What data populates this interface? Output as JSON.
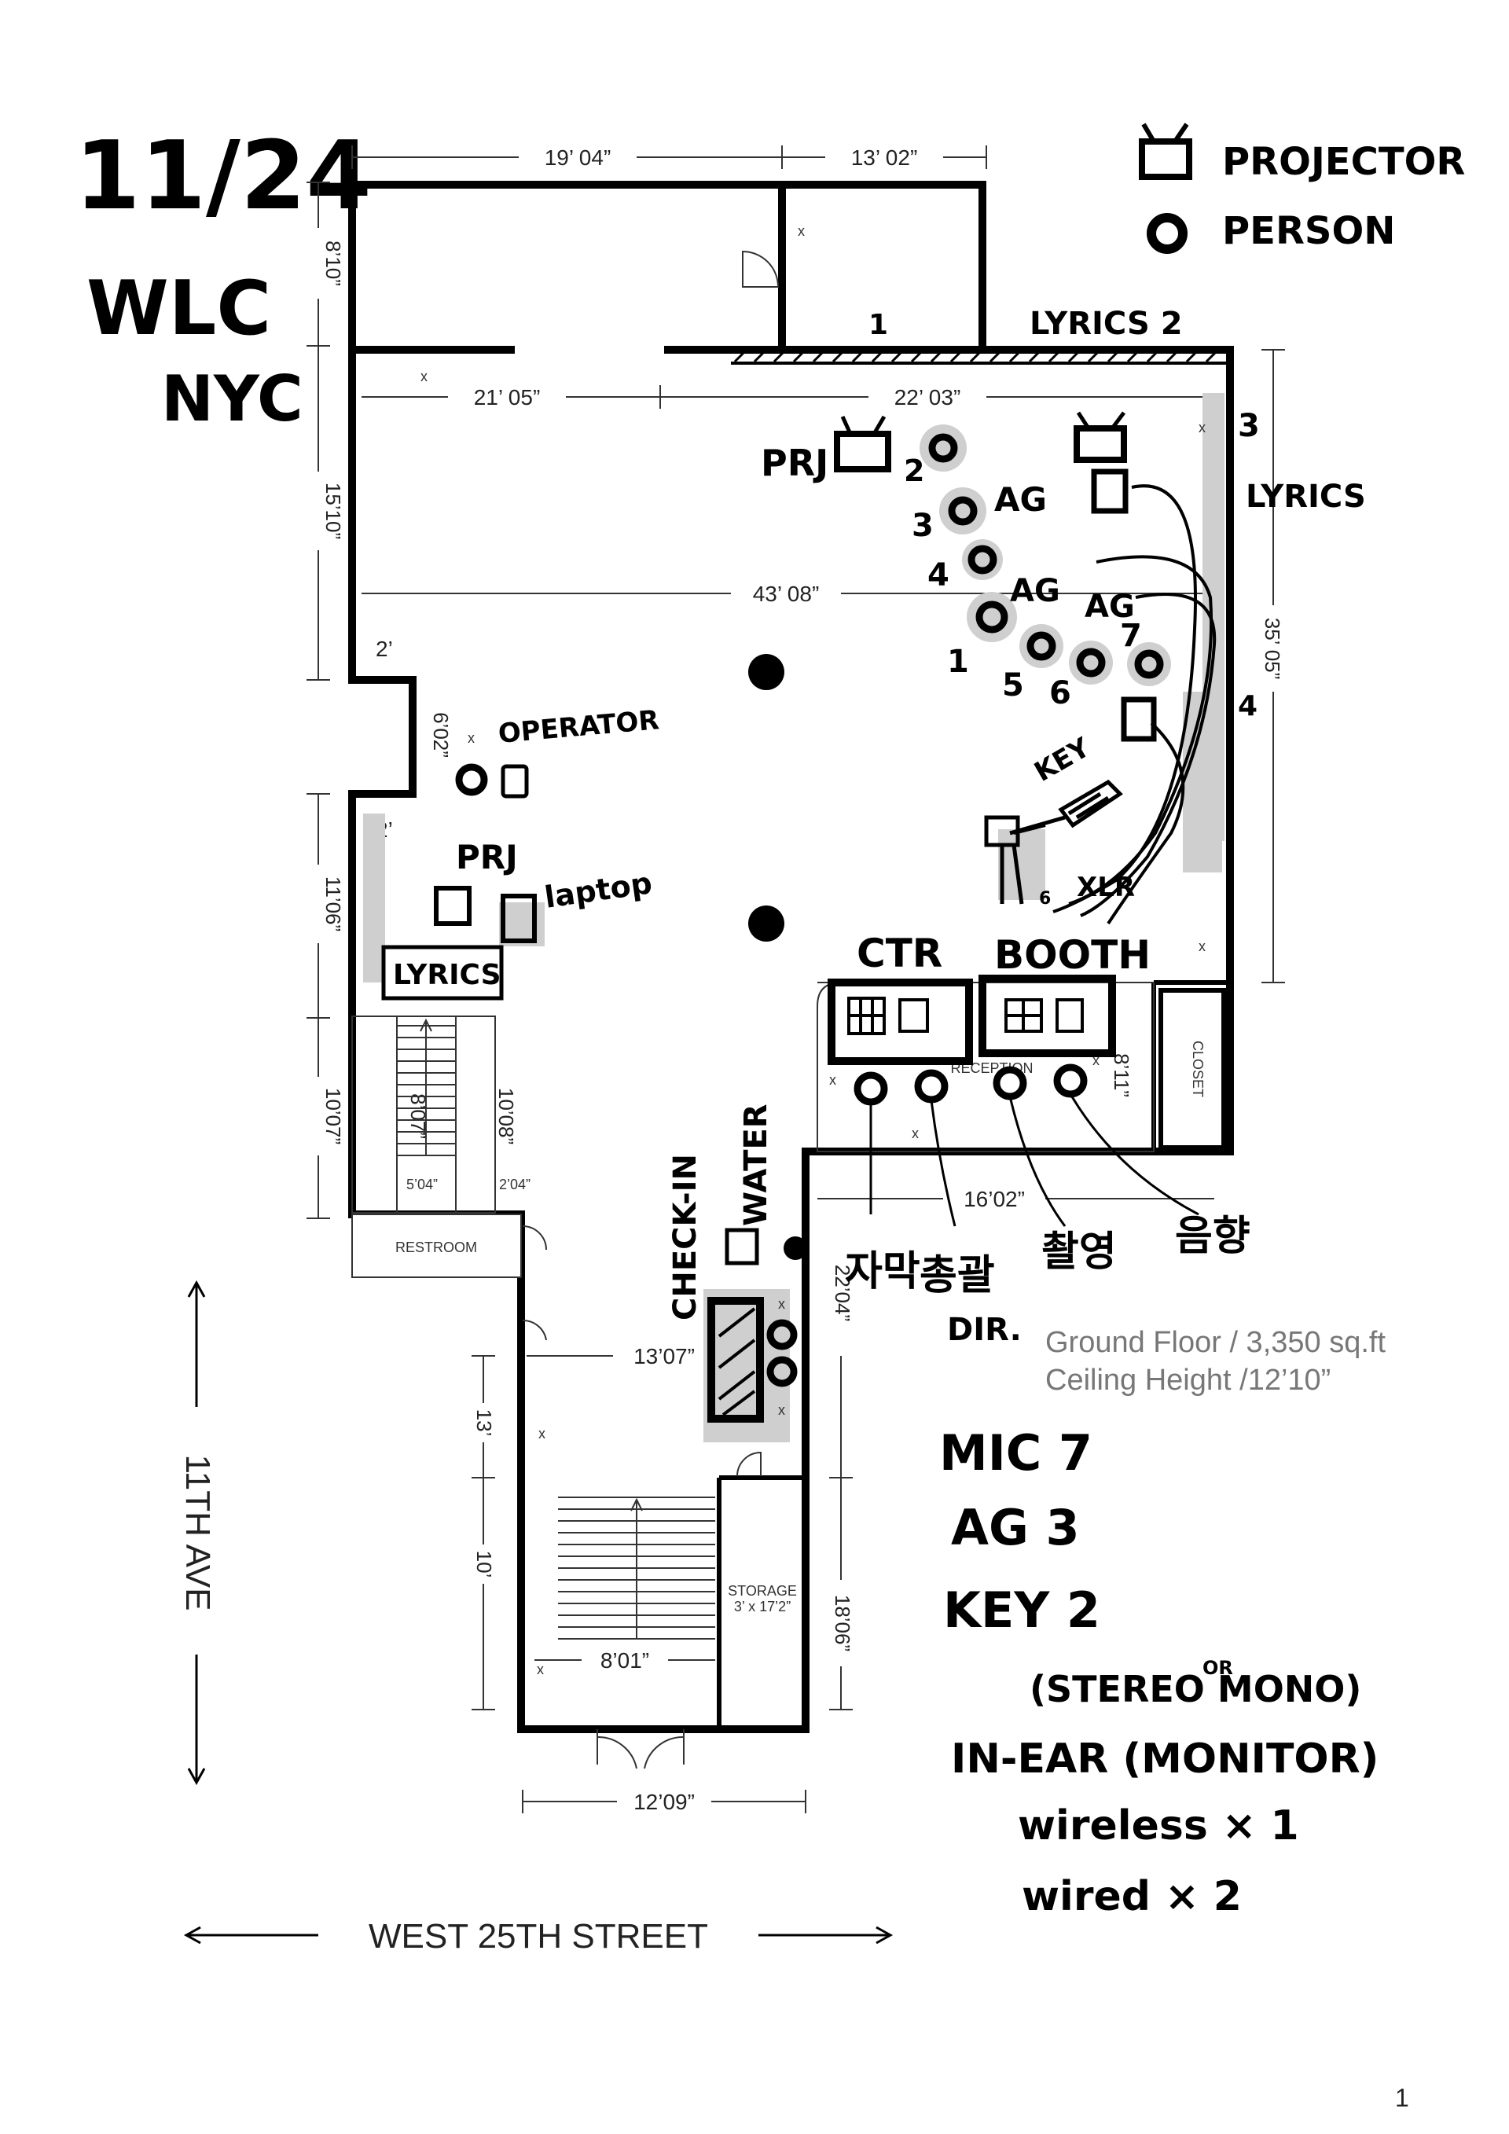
{
  "header": {
    "date": "11/24",
    "event": "WLC",
    "city": "NYC"
  },
  "legend": {
    "projector": "PROJECTOR",
    "person": "PERSON"
  },
  "dimensions": {
    "top_left": "19’ 04”",
    "top_right": "13’ 02”",
    "left_top": "8’10”",
    "left_mid": "15’10”",
    "left_low": "11’06”",
    "left_bottom": "10’07”",
    "inner_left": "21’ 05”",
    "inner_right": "22’ 03”",
    "width_mid": "43’ 08”",
    "right_side": "35’ 05”",
    "alcove": "6’02”",
    "notch_top": "2’",
    "notch_bottom": "2’",
    "stair_left": "8’07”",
    "stair_right": "10’08”",
    "stair_bottom_left": "5’04”",
    "stair_bottom_right": "2’04”",
    "reception_right": "8’11”",
    "reception_bottom": "16’02”",
    "corridor": "13’07”",
    "corridor_height": "22’04”",
    "lower_a": "13’",
    "lower_b": "10’",
    "lower_width": "8’01”",
    "lower_right": "18’06”",
    "entry": "12’09”"
  },
  "rooms": {
    "reception": "RECEPTION",
    "closet": "CLOSET",
    "restroom": "RESTROOM",
    "storage": "STORAGE",
    "storage_size": "3’ x 17’2”"
  },
  "annotations": {
    "lyrics2": "LYRICS 2",
    "lyrics3": "LYRICS",
    "wall3": "3",
    "wall4": "4",
    "wall1": "1",
    "prj_top": "PRJ",
    "ag1": "AG",
    "ag2": "AG",
    "ag3": "AG",
    "p2": "2",
    "p3": "3",
    "p4": "4",
    "p1": "1",
    "p5": "5",
    "p6": "6",
    "p7": "7",
    "operator": "OPERATOR",
    "prj_left": "PRJ",
    "laptop": "laptop",
    "lyrics_box": "LYRICS",
    "key": "KEY",
    "xlr": "XLR",
    "xlr_num": "6",
    "ctr": "CTR",
    "booth": "BOOTH",
    "checkin": "CHECK-IN",
    "water": "WATER",
    "role1": "자막",
    "role2": "총괄",
    "role2b": "DIR.",
    "role3": "촬영",
    "role4": "음향"
  },
  "floor_info": {
    "line1": "Ground Floor / 3,350 sq.ft",
    "line2": "Ceiling Height /12’10”"
  },
  "streets": {
    "avenue": "11TH AVE",
    "street": "WEST 25TH STREET"
  },
  "notes": {
    "mic": "MIC 7",
    "ag": "AG 3",
    "key": "KEY 2",
    "key_type": "(STEREO MONO)",
    "key_or": "OR",
    "inear": "IN-EAR (MONITOR)",
    "wireless": "wireless × 1",
    "wired": "wired × 2"
  },
  "page_number": "1"
}
